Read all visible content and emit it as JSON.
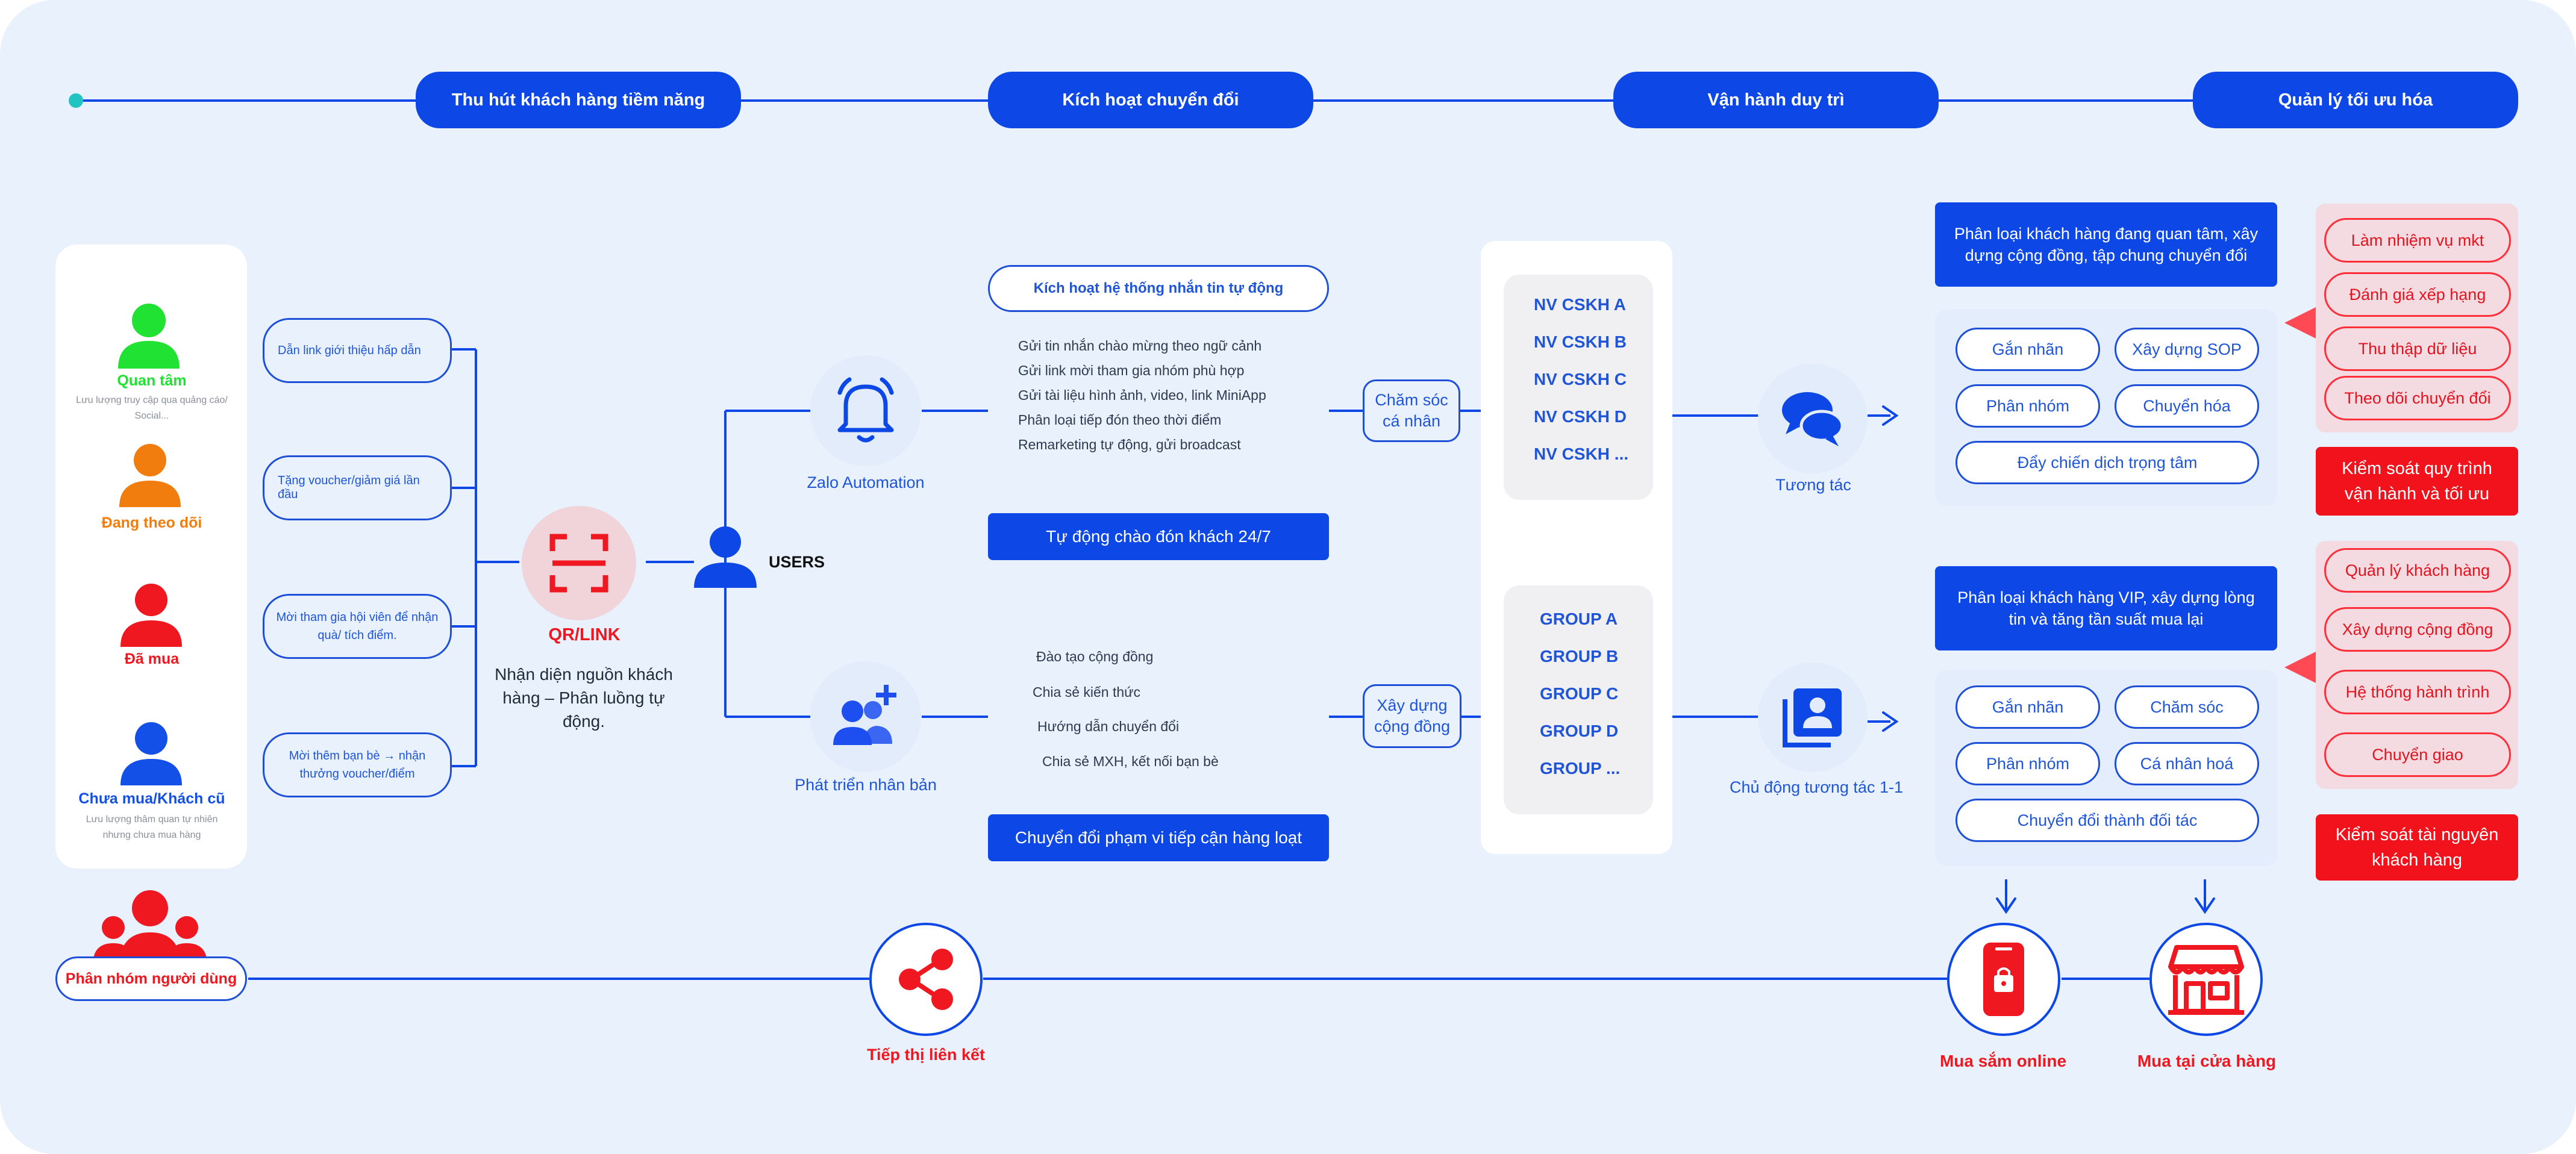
{
  "colors": {
    "primary": "#0d47e6",
    "accent_red": "#f2121c",
    "green": "#20e233",
    "orange": "#f07d0d",
    "background": "#e8f1fc"
  },
  "phases": [
    "Thu hút khách hàng tiềm năng",
    "Kích hoạt chuyển đổi",
    "Vận hành duy trì",
    "Quản lý tối ưu hóa"
  ],
  "customers": [
    {
      "label": "Quan tâm",
      "desc": "Lưu lượng truy cập qua quảng cáo/ Social..."
    },
    {
      "label": "Đang theo dõi",
      "desc": ""
    },
    {
      "label": "Đã mua",
      "desc": ""
    },
    {
      "label": "Chưa mua/Khách cũ",
      "desc": "Lưu lượng thâm quan tự nhiên nhưng chưa mua hàng"
    }
  ],
  "sources": [
    "Dẫn link giới thiệu hấp dẫn",
    "Tặng voucher/giảm giá lần đầu",
    "Mời tham gia hội viên để nhận quà/ tích điểm.",
    "Mời thêm bạn bè → nhận thưởng voucher/điểm"
  ],
  "qr": {
    "icon": "qr-scan-icon",
    "title": "QR/LINK",
    "desc": "Nhận diện nguồn khách hàng – Phân luồng tự động."
  },
  "users": {
    "icon": "user-icon",
    "label": "USERS"
  },
  "zalo": {
    "icon": "bell-icon",
    "label": "Zalo Automation",
    "header": "Kích hoạt hệ thống nhắn tin tự động",
    "items": [
      "Gửi tin nhắn chào mừng theo ngữ cảnh",
      "Gửi link mời tham gia nhóm phù hợp",
      "Gửi tài liệu hình ảnh, video, link MiniApp",
      "Phân loại tiếp đón theo thời điểm",
      "Remarketing tự động, gửi broadcast"
    ],
    "footer": "Tự động chào đón khách 24/7",
    "connector": "Chăm sóc cá nhân"
  },
  "dev": {
    "icon": "add-users-icon",
    "label": "Phát triển nhân bản",
    "items": [
      "Đào tạo cộng đồng",
      "Chia sẻ kiến thức",
      "Hướng dẫn chuyển đổi",
      "Chia sẻ MXH, kết nối bạn bè"
    ],
    "footer": "Chuyển đổi phạm vi tiếp cận hàng loạt",
    "connector": "Xây dựng cộng đồng"
  },
  "staff": [
    "NV CSKH A",
    "NV CSKH B",
    "NV CSKH C",
    "NV CSKH D",
    "NV CSKH ..."
  ],
  "groups": [
    "GROUP A",
    "GROUP B",
    "GROUP C",
    "GROUP D",
    "GROUP ..."
  ],
  "interact": {
    "icon": "chat-bubbles-icon",
    "label": "Tương tác"
  },
  "proactive": {
    "icon": "contacts-icon",
    "label": "Chủ động tương tác 1-1"
  },
  "ops_top": {
    "header": "Phân loại khách hàng đang quan tâm, xây dựng cộng đồng, tập chung chuyển đổi",
    "tags": [
      "Gắn nhãn",
      "Xây dựng SOP",
      "Phân nhóm",
      "Chuyển hóa"
    ],
    "wide": "Đẩy chiến dịch trọng tâm"
  },
  "ops_bottom": {
    "header": "Phân loại khách hàng VIP, xây dựng lòng tin và tăng tần suất mua lại",
    "tags": [
      "Gắn nhãn",
      "Chăm sóc",
      "Phân nhóm",
      "Cá nhân hoá"
    ],
    "wide": "Chuyển đổi thành đối tác"
  },
  "manage_top": {
    "items": [
      "Làm nhiệm vụ mkt",
      "Đánh giá xếp hạng",
      "Thu thập dữ liệu",
      "Theo dõi chuyển đổi"
    ],
    "box": "Kiểm soát quy trình vận hành và tối ưu"
  },
  "manage_bottom": {
    "items": [
      "Quản lý khách hàng",
      "Xây dựng cộng đồng",
      "Hệ thống hành trình",
      "Chuyển giao"
    ],
    "box": "Kiểm soát tài nguyên khách hàng"
  },
  "bottom": {
    "segment": "Phân nhóm người dùng",
    "affiliate": "Tiếp thị liên kết",
    "online": "Mua sắm online",
    "store": "Mua tại cửa hàng",
    "icons": {
      "group": "user-group-icon",
      "share": "share-icon",
      "phone": "mobile-shopping-icon",
      "store": "storefront-icon"
    }
  }
}
